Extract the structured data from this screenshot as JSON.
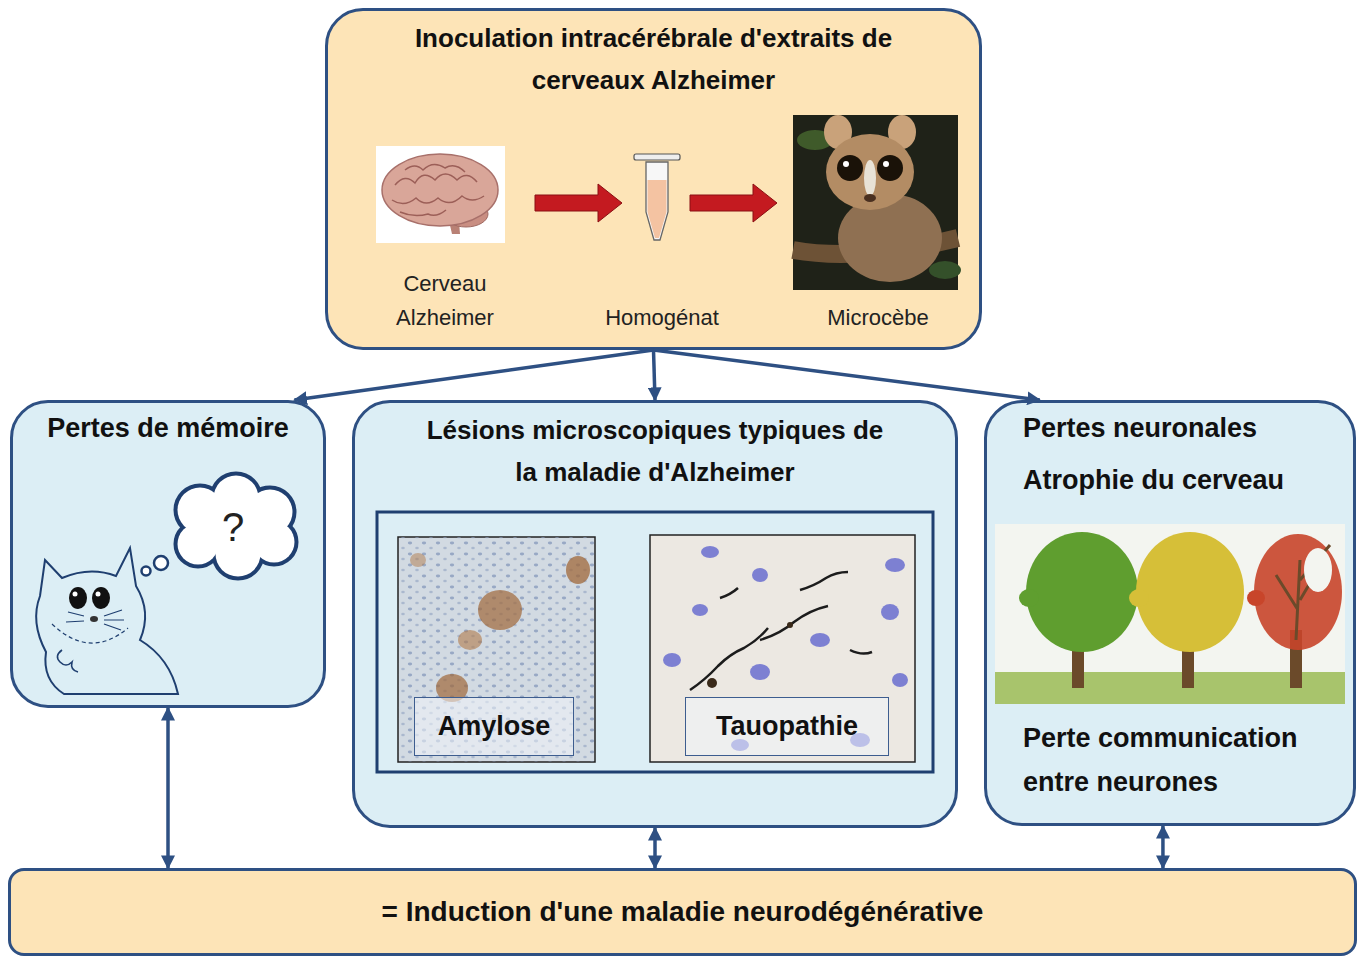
{
  "diagram": {
    "nodes": [
      {
        "text": [
          "Inoculation intracérébrale d'extraits de cerveaux Alzheimer"
        ]
      },
      {
        "text": [
          "Pertes de mémoire"
        ]
      },
      {
        "text": [
          "Lésions microscopiques typiques de la maladie d'Alzheimer"
        ]
      },
      {
        "text": [
          "Amylose"
        ],
        "in": 2
      },
      {
        "text": [
          "Tauopathie"
        ],
        "in": 2
      },
      {
        "text": [
          "Pertes neuronales",
          "Atrophie du cerveau",
          "Perte communication entre neurones"
        ]
      },
      {
        "text": [
          "= Induction d'une maladie neurodégénérative"
        ]
      }
    ],
    "edges": [
      {
        "from": 0,
        "to": 1,
        "arrow": "to"
      },
      {
        "from": 0,
        "to": 2,
        "arrow": "to"
      },
      {
        "from": 0,
        "to": 5,
        "arrow": "to"
      },
      {
        "from": 1,
        "to": 6,
        "arrow": "both"
      },
      {
        "from": 2,
        "to": 6,
        "arrow": "both"
      },
      {
        "from": 5,
        "to": 6,
        "arrow": "both"
      }
    ],
    "labels": [
      "Cerveau Alzheimer",
      "Homogénat",
      "Microcèbe",
      "?"
    ]
  }
}
